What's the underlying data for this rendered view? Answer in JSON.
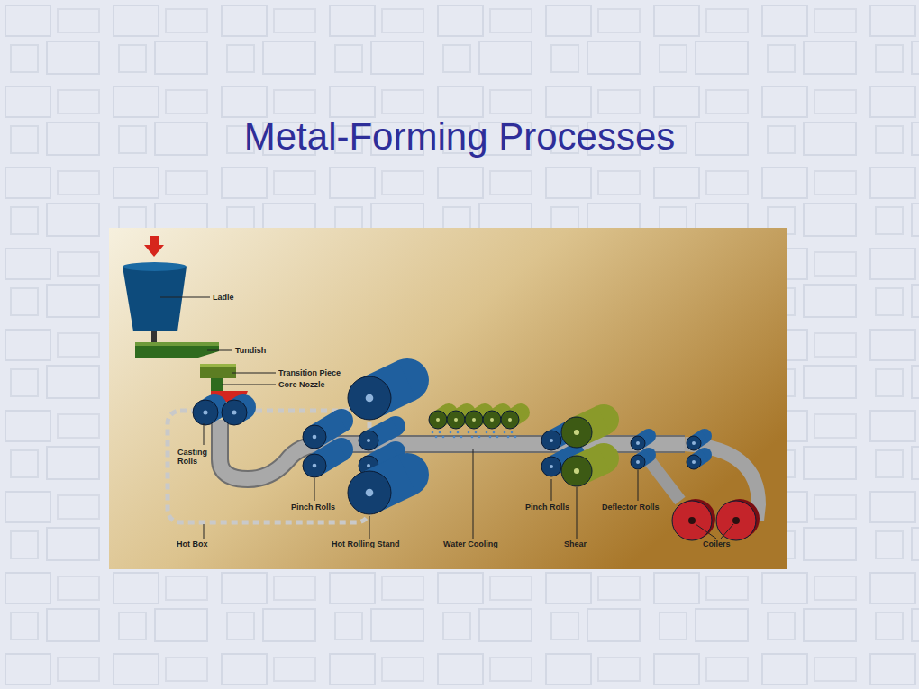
{
  "diagram": {
    "title": "Metal-Forming Processes",
    "labels": [
      "Ladle",
      "Tundish",
      "Transition Piece",
      "Core Nozzle",
      "Casting Rolls",
      "Hot Box",
      "Pinch Rolls",
      "Hot Rolling Stand",
      "Water Cooling",
      "Pinch Rolls",
      "Deflector Rolls",
      "Shear",
      "Coilers"
    ]
  }
}
